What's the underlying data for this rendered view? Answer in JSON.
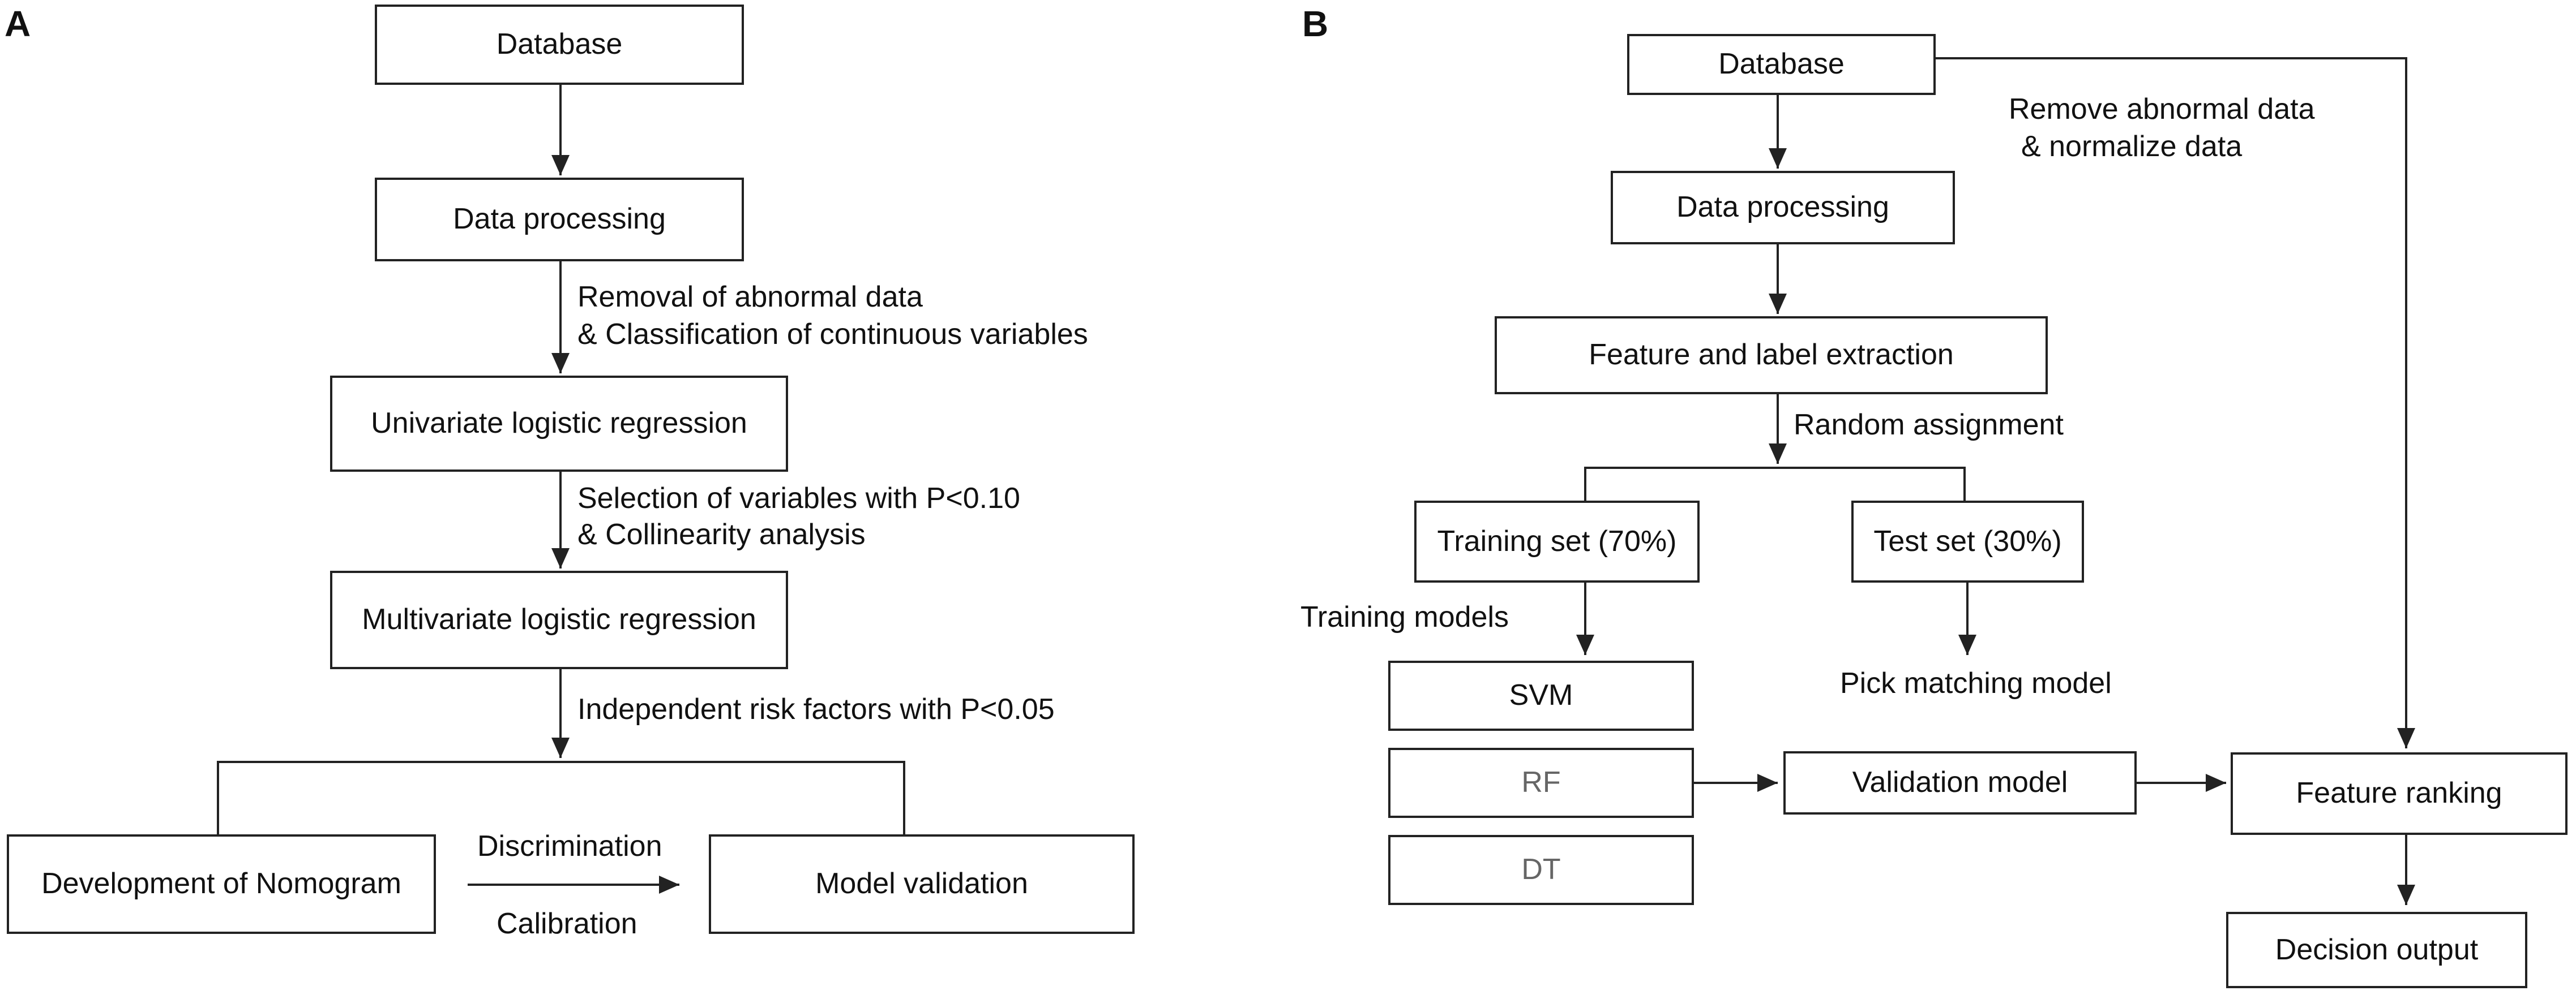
{
  "panel_a": {
    "letter": "A",
    "boxes": {
      "database": "Database",
      "data_processing": "Data processing",
      "univariate": "Univariate logistic regression",
      "multivariate": "Multivariate logistic regression",
      "nomogram": "Development of Nomogram",
      "model_validation": "Model validation"
    },
    "notes": {
      "removal_line1": "Removal of abnormal data",
      "removal_line2": "& Classification of continuous variables",
      "selection_line1": "Selection of variables with P<0.10",
      "selection_line2": "& Collinearity analysis",
      "independent": "Independent risk factors with P<0.05",
      "discrimination": "Discrimination",
      "calibration": "Calibration"
    }
  },
  "panel_b": {
    "letter": "B",
    "boxes": {
      "database": "Database",
      "data_processing": "Data processing",
      "feature_label": "Feature and label extraction",
      "training_set": "Training set (70%)",
      "test_set": "Test set (30%)",
      "svm": "SVM",
      "rf": "RF",
      "dt": "DT",
      "validation_model": "Validation model",
      "feature_ranking": "Feature ranking",
      "decision_output": "Decision output"
    },
    "notes": {
      "remove_line1": "Remove abnormal data",
      "remove_line2": "& normalize data",
      "random_assignment": "Random assignment",
      "training_models": "Training models",
      "pick_matching": "Pick matching model"
    }
  }
}
